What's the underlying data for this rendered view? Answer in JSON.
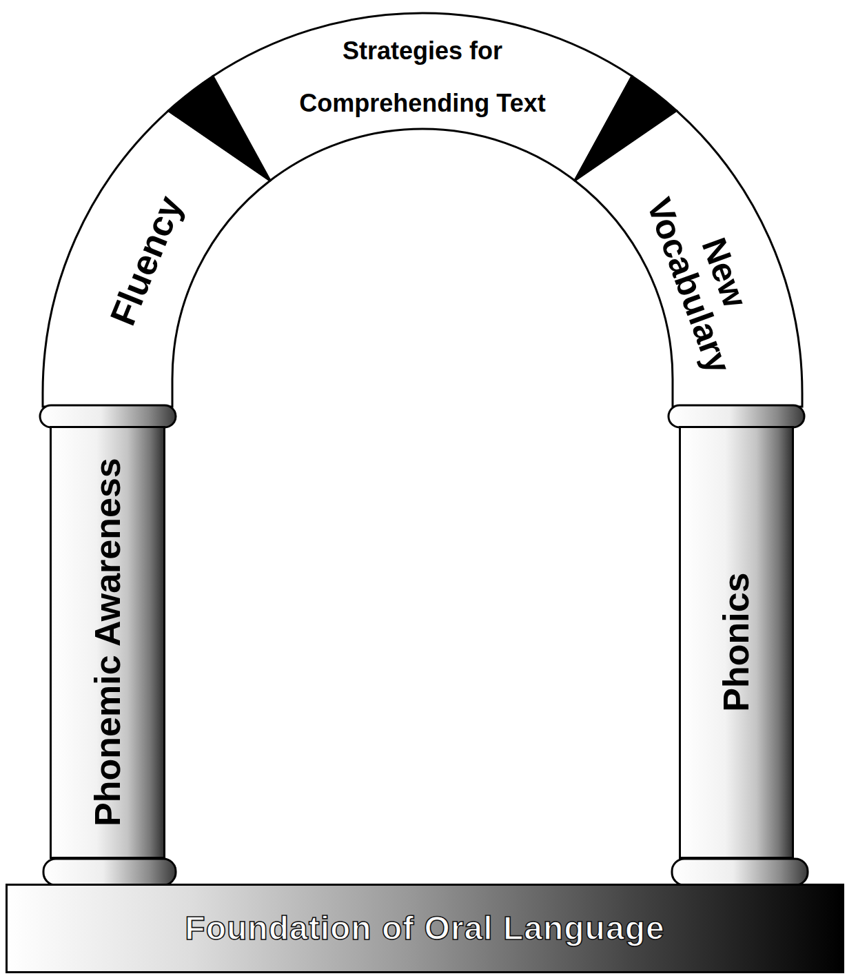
{
  "diagram": {
    "nodes": [
      {
        "text": [
          "Strategies for Comprehending Text"
        ]
      },
      {
        "text": [
          "Fluency"
        ]
      },
      {
        "text": [
          "New Vocabulary"
        ]
      },
      {
        "text": [
          "Phonemic Awareness"
        ]
      },
      {
        "text": [
          "Phonics"
        ]
      },
      {
        "text": [
          "Foundation of Oral Language"
        ]
      }
    ]
  }
}
